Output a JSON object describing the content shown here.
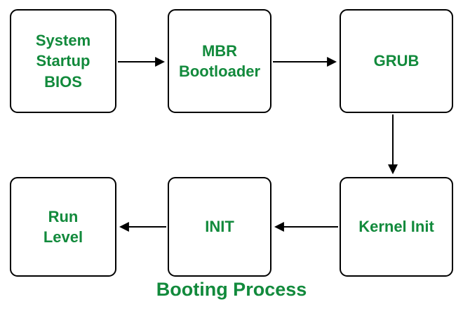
{
  "diagram": {
    "title": "Booting Process",
    "accent_color": "#128a3c",
    "line_color": "#000000",
    "nodes": [
      {
        "id": "bios",
        "label": "System\nStartup\nBIOS"
      },
      {
        "id": "mbr",
        "label": "MBR\nBootloader"
      },
      {
        "id": "grub",
        "label": "GRUB"
      },
      {
        "id": "kernel-init",
        "label": "Kernel Init"
      },
      {
        "id": "init",
        "label": "INIT"
      },
      {
        "id": "run-level",
        "label": "Run\nLevel"
      }
    ],
    "edges": [
      {
        "from": "bios",
        "to": "mbr"
      },
      {
        "from": "mbr",
        "to": "grub"
      },
      {
        "from": "grub",
        "to": "kernel-init"
      },
      {
        "from": "kernel-init",
        "to": "init"
      },
      {
        "from": "init",
        "to": "run-level"
      }
    ]
  }
}
